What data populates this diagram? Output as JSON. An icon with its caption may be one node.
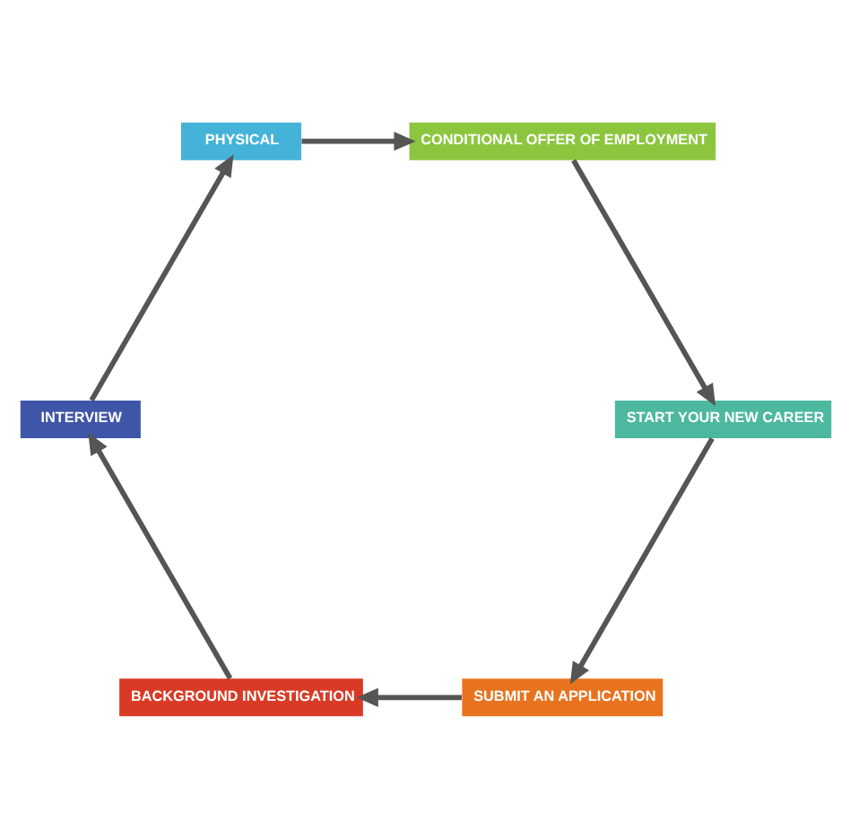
{
  "diagram": {
    "nodes": [
      {
        "text": [
          "SUBMIT AN APPLICATION"
        ]
      },
      {
        "text": [
          "BACKGROUND INVESTIGATION"
        ]
      },
      {
        "text": [
          "INTERVIEW"
        ]
      },
      {
        "text": [
          "PHYSICAL"
        ]
      },
      {
        "text": [
          "CONDITIONAL OFFER OF EMPLOYMENT"
        ]
      },
      {
        "text": [
          "START YOUR NEW CAREER"
        ]
      }
    ],
    "edges": [
      {
        "from": 0,
        "to": 1,
        "arrow": "to"
      },
      {
        "from": 1,
        "to": 2,
        "arrow": "to"
      },
      {
        "from": 2,
        "to": 3,
        "arrow": "to"
      },
      {
        "from": 3,
        "to": 4,
        "arrow": "to"
      },
      {
        "from": 4,
        "to": 5,
        "arrow": "to"
      },
      {
        "from": 5,
        "to": 0,
        "arrow": "to"
      }
    ]
  }
}
